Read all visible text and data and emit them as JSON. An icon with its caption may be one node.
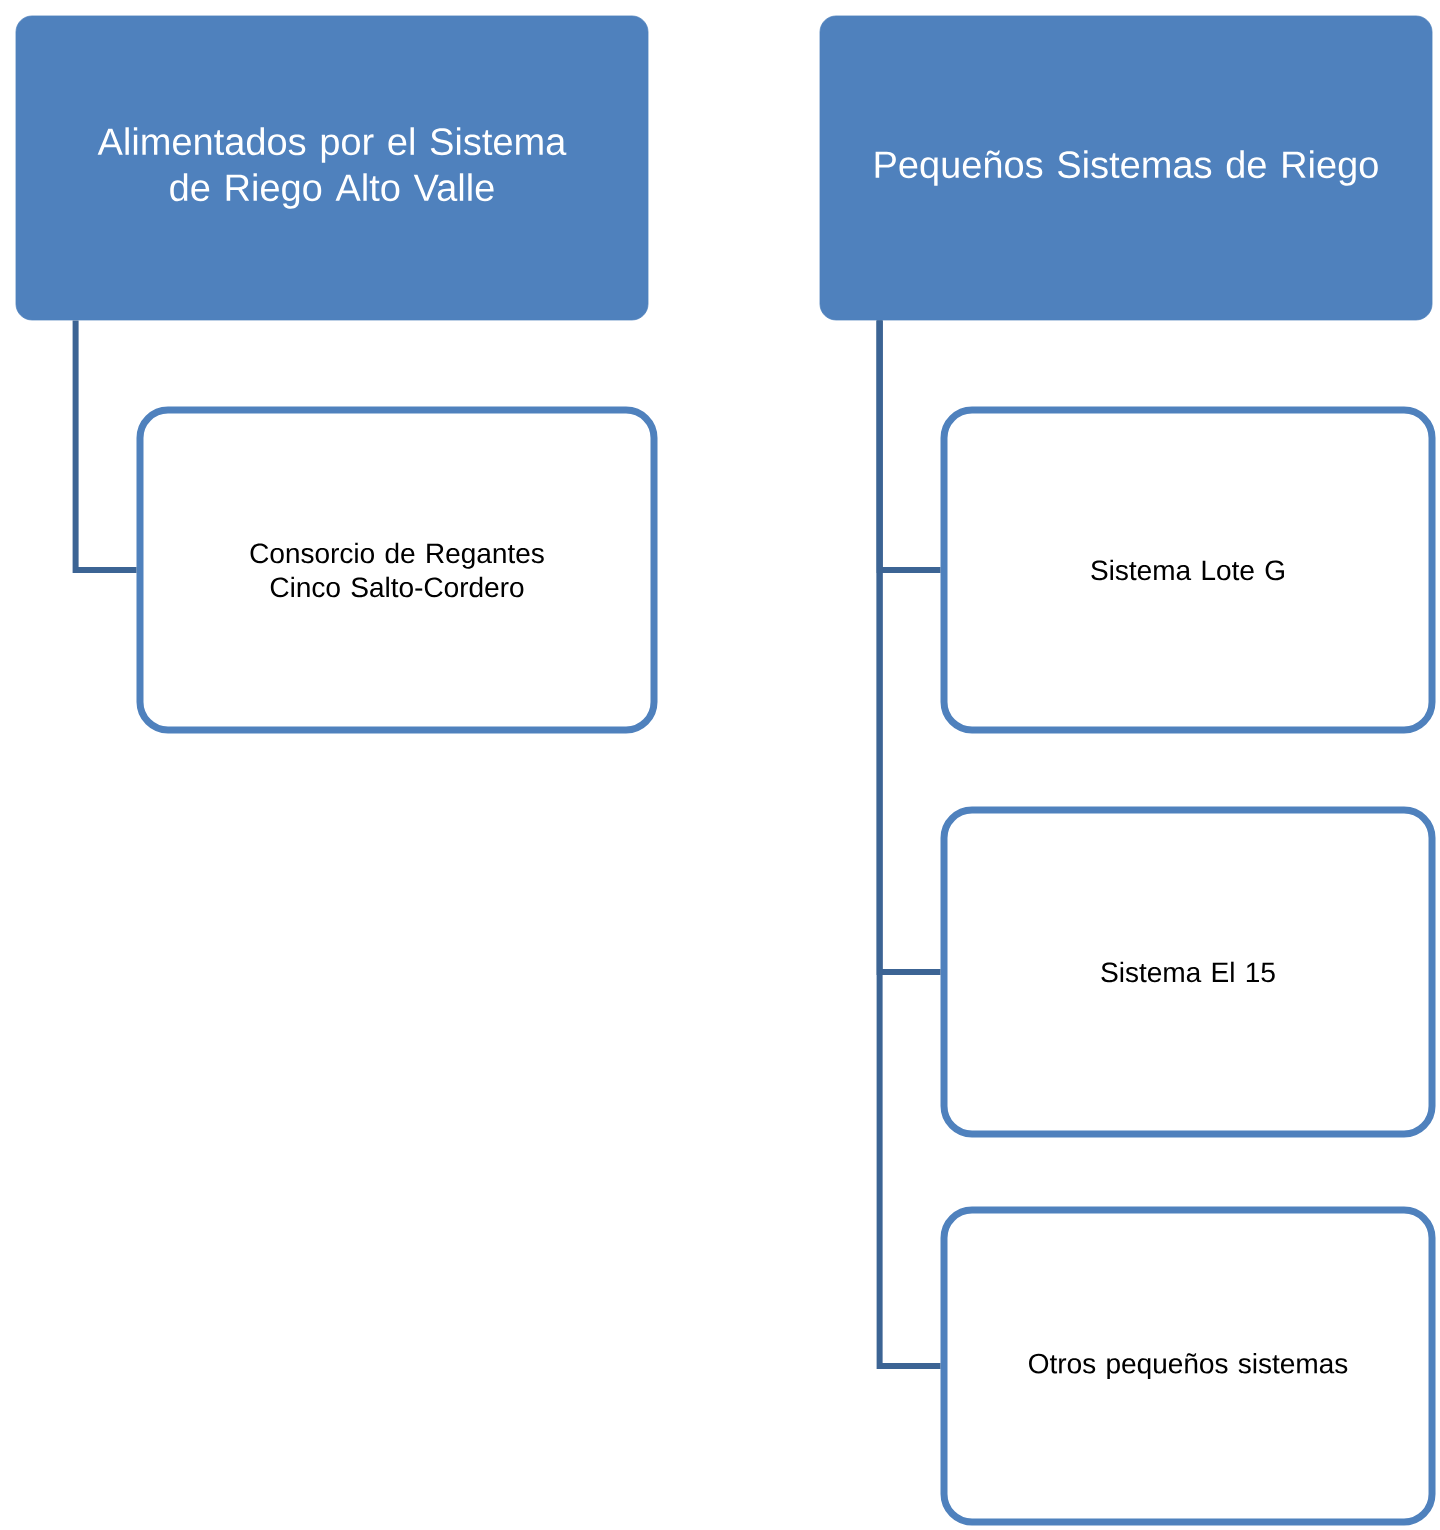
{
  "diagram": {
    "nodes": [
      {
        "text": [
          "Alimentados por el Sistema de Riego Alto Valle"
        ]
      },
      {
        "text": [
          "Consorcio de Regantes Cinco Salto-Cordero"
        ]
      },
      {
        "text": [
          "Pequeños Sistemas de Riego"
        ]
      },
      {
        "text": [
          "Sistema Lote G"
        ]
      },
      {
        "text": [
          "Sistema El 15"
        ]
      },
      {
        "text": [
          "Otros pequeños sistemas"
        ]
      }
    ],
    "edges": [
      {
        "from": 0,
        "to": 1,
        "arrow": "none"
      },
      {
        "from": 2,
        "to": 3,
        "arrow": "none"
      },
      {
        "from": 2,
        "to": 4,
        "arrow": "none"
      },
      {
        "from": 2,
        "to": 5,
        "arrow": "none"
      }
    ]
  }
}
